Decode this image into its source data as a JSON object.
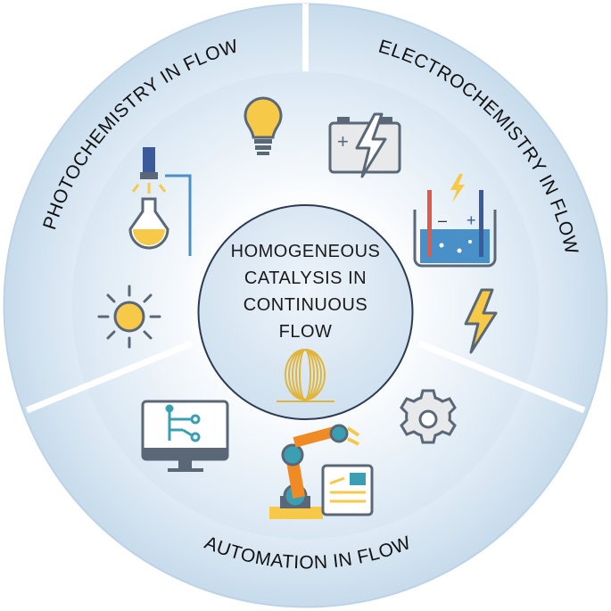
{
  "center": {
    "lines": [
      "HOMOGENEOUS",
      "CATALYSIS IN",
      "CONTINUOUS",
      "FLOW"
    ]
  },
  "sections": [
    {
      "label": "PHOTOCHEMISTRY IN FLOW",
      "icons": [
        "light-bulb-icon",
        "lamp-flask-icon",
        "sun-icon"
      ]
    },
    {
      "label": "ELECTROCHEMISTRY IN FLOW",
      "icons": [
        "battery-bolt-icon",
        "electrolysis-cell-icon",
        "lightning-icon"
      ]
    },
    {
      "label": "AUTOMATION IN FLOW",
      "icons": [
        "computer-monitor-icon",
        "robotic-arm-icon",
        "gear-icon"
      ]
    }
  ],
  "colors": {
    "ring_outer": "#cfe0ef",
    "ring_inner": "#e4eef7",
    "divider": "#ffffff",
    "center_fill": "#dbe8f4",
    "center_stroke": "#2b3a55",
    "icon_stroke": "#5a6777",
    "yellow": "#f7c948",
    "blue": "#4a90c8",
    "orange": "#f08a24",
    "teal": "#3a9fb3"
  }
}
